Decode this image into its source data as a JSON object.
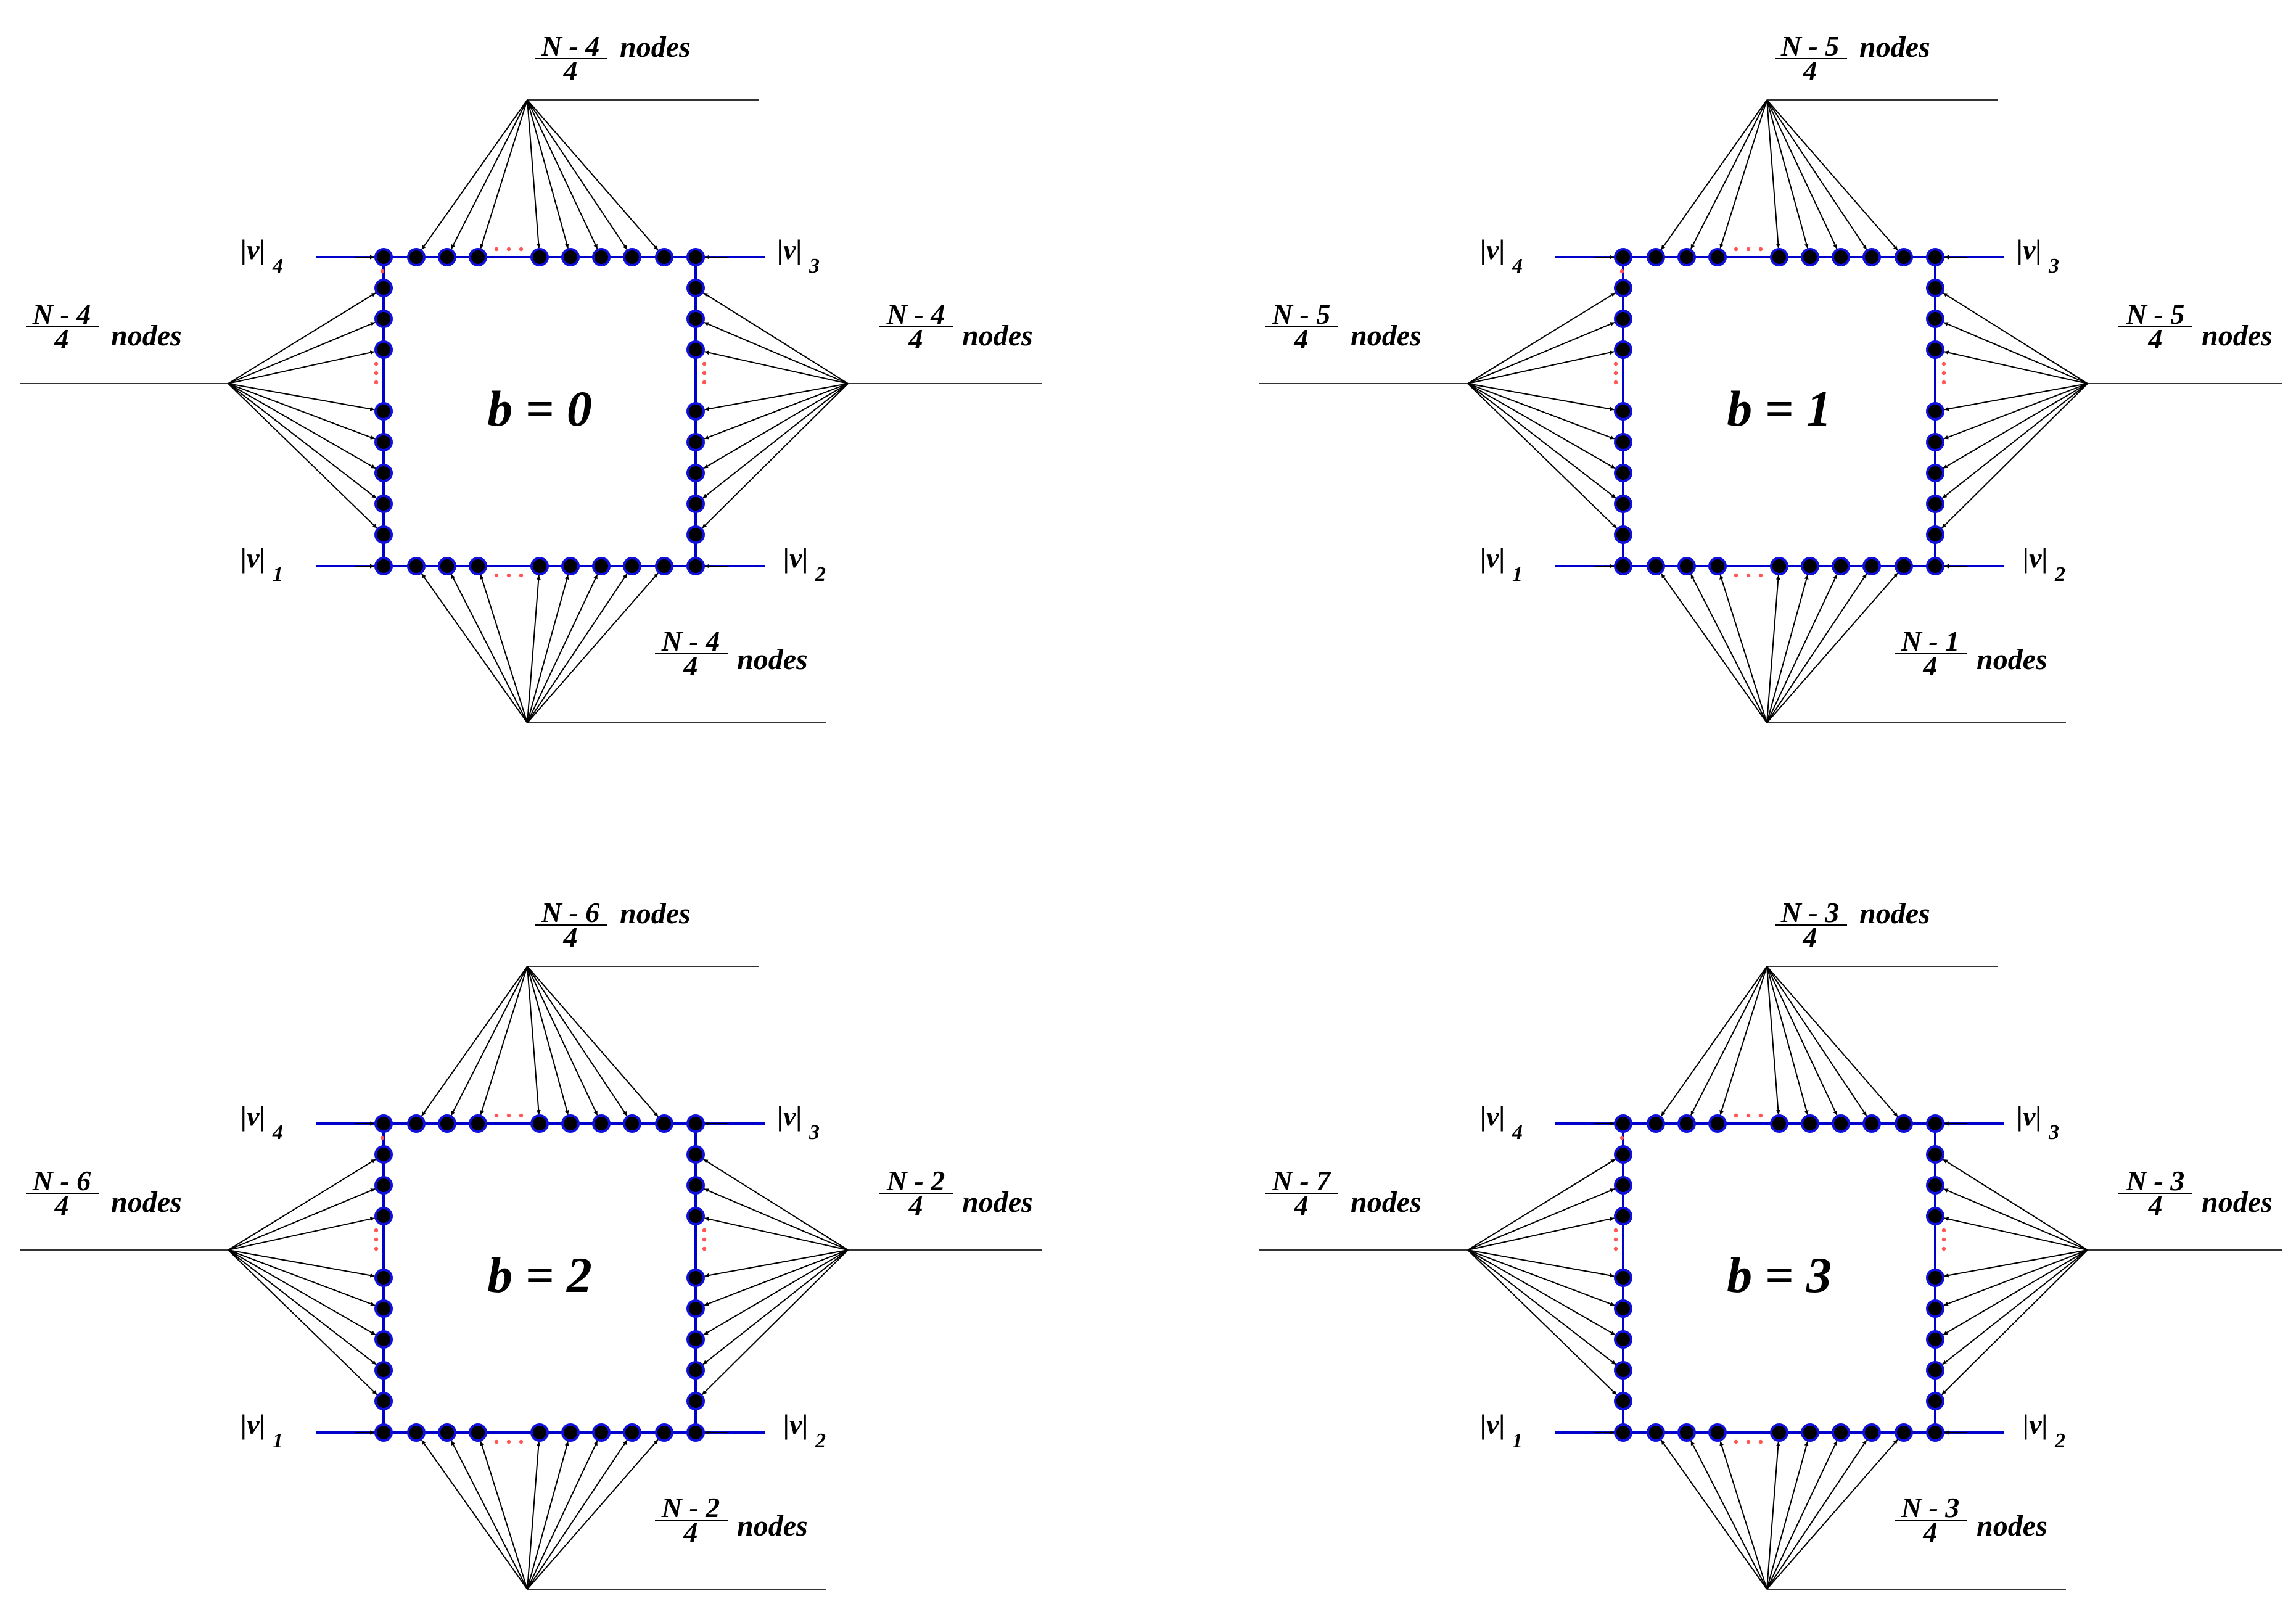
{
  "panels": [
    {
      "caption": "b = 0",
      "top_label": {
        "numerator": "N - 4",
        "denominator": "4",
        "word": "nodes"
      },
      "left_label": {
        "numerator": "N - 4",
        "denominator": "4",
        "word": "nodes"
      },
      "right_label": {
        "numerator": "N - 4",
        "denominator": "4",
        "word": "nodes"
      },
      "bottom_label": {
        "numerator": "N - 4",
        "denominator": "4",
        "word": "nodes"
      },
      "corners": {
        "v1": "|v|",
        "v1_sub": "1",
        "v2": "|v|",
        "v2_sub": "2",
        "v3": "|v|",
        "v3_sub": "3",
        "v4": "|v|",
        "v4_sub": "4"
      }
    },
    {
      "caption": "b = 1",
      "top_label": {
        "numerator": "N - 5",
        "denominator": "4",
        "word": "nodes"
      },
      "left_label": {
        "numerator": "N - 5",
        "denominator": "4",
        "word": "nodes"
      },
      "right_label": {
        "numerator": "N - 5",
        "denominator": "4",
        "word": "nodes"
      },
      "bottom_label": {
        "numerator": "N - 1",
        "denominator": "4",
        "word": "nodes"
      },
      "corners": {
        "v1": "|v|",
        "v1_sub": "1",
        "v2": "|v|",
        "v2_sub": "2",
        "v3": "|v|",
        "v3_sub": "3",
        "v4": "|v|",
        "v4_sub": "4"
      }
    },
    {
      "caption": "b = 2",
      "top_label": {
        "numerator": "N - 6",
        "denominator": "4",
        "word": "nodes"
      },
      "left_label": {
        "numerator": "N - 6",
        "denominator": "4",
        "word": "nodes"
      },
      "right_label": {
        "numerator": "N - 2",
        "denominator": "4",
        "word": "nodes"
      },
      "bottom_label": {
        "numerator": "N - 2",
        "denominator": "4",
        "word": "nodes"
      },
      "corners": {
        "v1": "|v|",
        "v1_sub": "1",
        "v2": "|v|",
        "v2_sub": "2",
        "v3": "|v|",
        "v3_sub": "3",
        "v4": "|v|",
        "v4_sub": "4"
      }
    },
    {
      "caption": "b = 3",
      "top_label": {
        "numerator": "N - 3",
        "denominator": "4",
        "word": "nodes"
      },
      "left_label": {
        "numerator": "N - 7",
        "denominator": "4",
        "word": "nodes"
      },
      "right_label": {
        "numerator": "N - 3",
        "denominator": "4",
        "word": "nodes"
      },
      "bottom_label": {
        "numerator": "N - 3",
        "denominator": "4",
        "word": "nodes"
      },
      "corners": {
        "v1": "|v|",
        "v1_sub": "1",
        "v2": "|v|",
        "v2_sub": "2",
        "v3": "|v|",
        "v3_sub": "3",
        "v4": "|v|",
        "v4_sub": "4"
      }
    }
  ],
  "colors": {
    "square": "#0000cc",
    "node_fill": "#000000",
    "node_stroke": "#1010dd",
    "arrow": "#000000",
    "dots": "#ff5555"
  }
}
